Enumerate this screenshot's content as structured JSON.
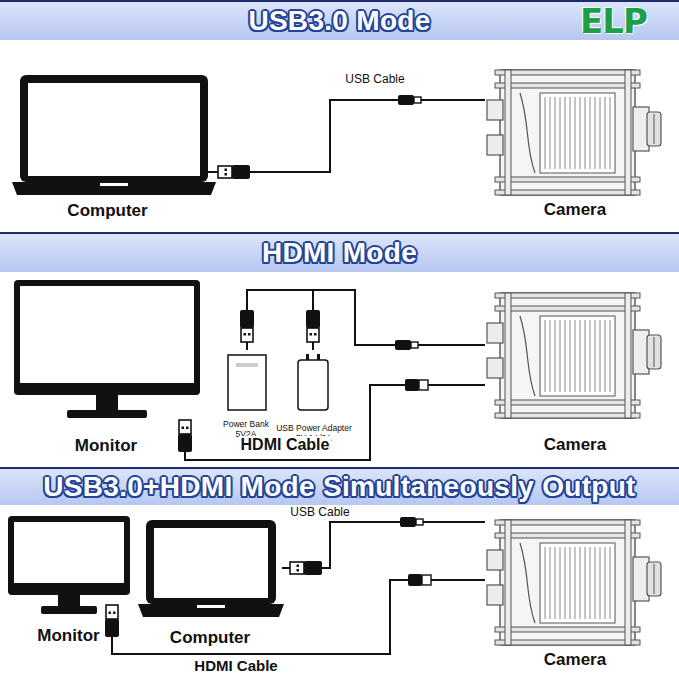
{
  "diagram": {
    "nodes": [
      {
        "text": [
          "USB3.0 Mode"
        ]
      },
      {
        "text": [
          "Computer"
        ]
      },
      {
        "text": [
          "Camera"
        ]
      },
      {
        "text": [
          "HDMI Mode"
        ]
      },
      {
        "text": [
          "Monitor"
        ]
      },
      {
        "text": [
          "Power Bank 5V2A"
        ]
      },
      {
        "text": [
          "USB Power Adapter 5V 1A/2A"
        ]
      },
      {
        "text": [
          "Camera"
        ]
      },
      {
        "text": [
          "USB3.0+HDMI Mode Simultaneously Output"
        ]
      },
      {
        "text": [
          "Monitor"
        ]
      },
      {
        "text": [
          "Computer"
        ]
      },
      {
        "text": [
          "Camera"
        ]
      }
    ],
    "edges": [
      {
        "from": 1,
        "to": 2,
        "label": "USB Cable",
        "arrow": "none"
      },
      {
        "from": 5,
        "to": 7,
        "arrow": "none"
      },
      {
        "from": 6,
        "to": 7,
        "arrow": "none"
      },
      {
        "from": 4,
        "to": 7,
        "label": "HDMI Cable",
        "arrow": "none"
      },
      {
        "from": 10,
        "to": 11,
        "label": "USB Cable",
        "arrow": "none"
      },
      {
        "from": 9,
        "to": 11,
        "label": "HDMI Cable",
        "arrow": "none"
      }
    ],
    "labels": [
      "ELP"
    ]
  }
}
